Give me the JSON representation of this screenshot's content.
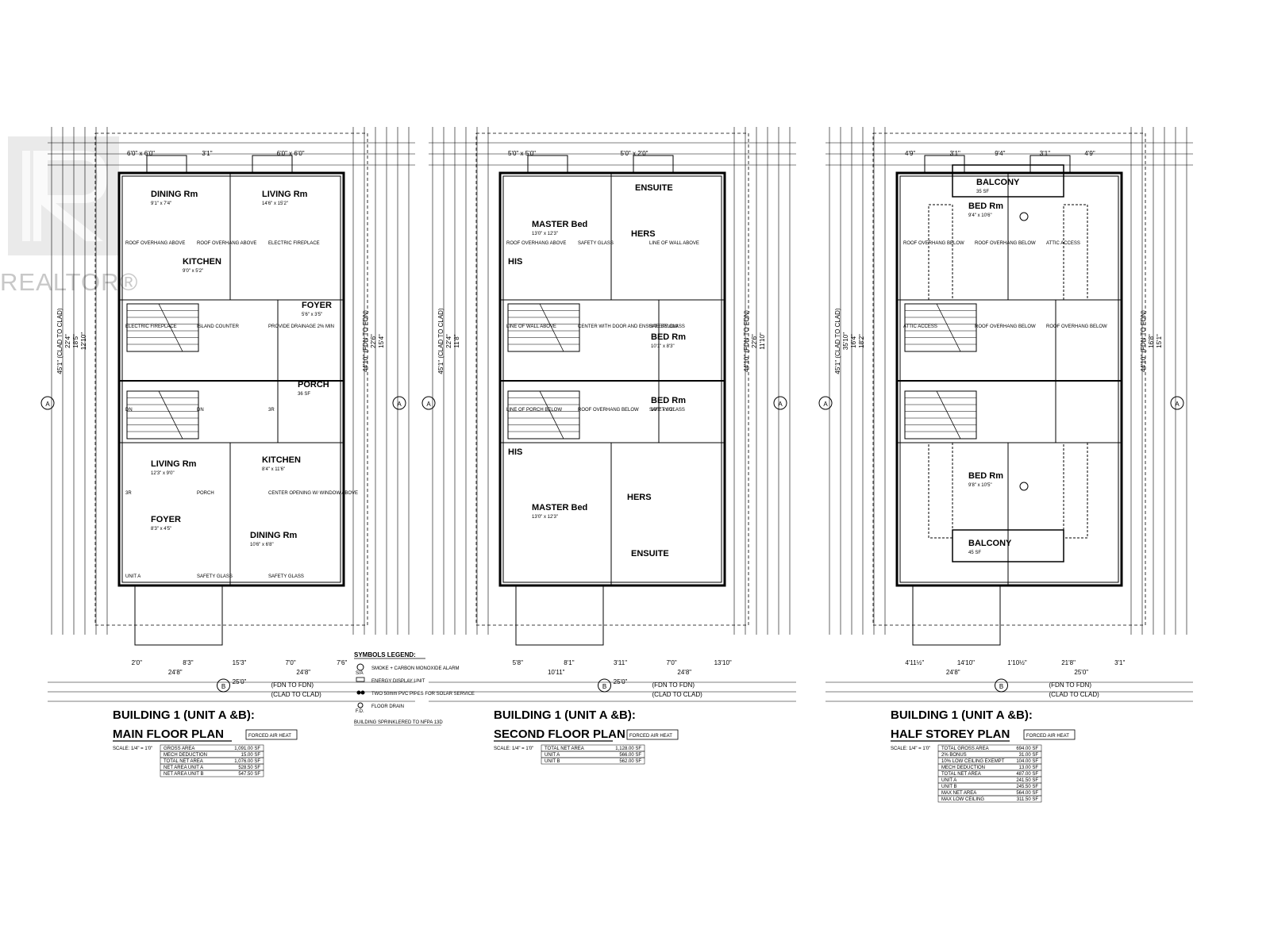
{
  "watermark": {
    "brand": "REALTOR®"
  },
  "sheets": [
    {
      "title": "BUILDING 1 (UNIT A &B):",
      "plan_name": "MAIN FLOOR PLAN",
      "heat": "FORCED AIR HEAT",
      "scale": "SCALE: 1/4\" = 1'0\"",
      "areas": [
        [
          "GROSS AREA",
          "1,091.00 SF"
        ],
        [
          "MECH DEDUCTION",
          "15.00 SF"
        ],
        [
          "TOTAL NET AREA",
          "1,076.00 SF"
        ],
        [
          "NET AREA UNIT A",
          "528.50 SF"
        ],
        [
          "NET AREA UNIT B",
          "547.50 SF"
        ]
      ],
      "rooms": [
        [
          "DINING Rm",
          "9'1\" x 7'4\""
        ],
        [
          "LIVING Rm",
          "14'6\" x 15'2\""
        ],
        [
          "KITCHEN",
          "9'0\" x 5'2\""
        ],
        [
          "FOYER",
          "5'6\" x 3'5\""
        ],
        [
          "PORCH",
          "36 SF"
        ],
        [
          "LIVING Rm",
          "12'3\" x 9'0\""
        ],
        [
          "KITCHEN",
          "8'4\" x 11'6\""
        ],
        [
          "FOYER",
          "8'3\" x 4'5\""
        ],
        [
          "DINING Rm",
          "10'6\" x 6'8\""
        ]
      ],
      "top_dims": [
        "6'0\" x 6'0\"",
        "3'1\"",
        "6'0\" x 6'0\""
      ],
      "bottom_dims": [
        "2'0\"",
        "8'3\"",
        "15'3\"",
        "7'0\"",
        "7'6\"",
        "24'8\"",
        "24'8\"",
        "25'0\""
      ],
      "bottom_notes": [
        "(FDN TO FDN)",
        "(CLAD TO CLAD)"
      ],
      "side_dims": [
        "45'1\" (CLAD TO CLAD)",
        "44'10\" (FDN TO FDN)",
        "22'4\"",
        "22'6\"",
        "18'5\"",
        "15'4\"",
        "12'10\""
      ],
      "misc": [
        "ROOF OVERHANG ABOVE",
        "ROOF OVERHANG ABOVE",
        "ELECTRIC FIREPLACE",
        "ELECTRIC FIREPLACE",
        "ISLAND COUNTER",
        "PROVIDE DRAINAGE 2% MIN",
        "DN",
        "DN",
        "3R",
        "3R",
        "PORCH",
        "CENTER OPENING W/ WINDOW ABOVE",
        "UNIT A",
        "SAFETY GLASS",
        "SAFETY GLASS"
      ]
    },
    {
      "title": "BUILDING 1 (UNIT A &B):",
      "plan_name": "SECOND FLOOR PLAN",
      "heat": "FORCED AIR HEAT",
      "scale": "SCALE: 1/4\" = 1'0\"",
      "areas": [
        [
          "TOTAL NET AREA",
          "1,128.00 SF"
        ],
        [
          "UNIT A",
          "566.00 SF"
        ],
        [
          "UNIT B",
          "562.00 SF"
        ]
      ],
      "rooms": [
        [
          "MASTER Bed",
          "13'0\" x 12'3\""
        ],
        [
          "ENSUITE",
          ""
        ],
        [
          "HERS",
          ""
        ],
        [
          "HIS",
          ""
        ],
        [
          "BED Rm",
          "10'1\" x 8'3\""
        ],
        [
          "BED Rm",
          "10'1\" x 8'2\""
        ],
        [
          "HIS",
          ""
        ],
        [
          "HERS",
          ""
        ],
        [
          "MASTER Bed",
          "13'0\" x 12'3\""
        ],
        [
          "ENSUITE",
          ""
        ]
      ],
      "top_dims": [
        "5'0\" x 5'0\"",
        "5'0\" x 2'0\""
      ],
      "bottom_dims": [
        "5'8\"",
        "8'1\"",
        "3'11\"",
        "7'0\"",
        "13'10\"",
        "10'11\"",
        "24'8\"",
        "25'0\""
      ],
      "bottom_notes": [
        "(FDN TO FDN)",
        "(CLAD TO CLAD)"
      ],
      "side_dims": [
        "45'1\" (CLAD TO CLAD)",
        "44'10\" (FDN TO FDN)",
        "22'4\"",
        "22'6\"",
        "11'8\"",
        "11'10\""
      ],
      "misc": [
        "ROOF OVERHANG ABOVE",
        "SAFETY GLASS",
        "LINE OF WALL ABOVE",
        "LINE OF WALL ABOVE",
        "CENTER WITH DOOR AND ENSUITE BELOW",
        "SAFETY GLASS",
        "LINE OF PORCH BELOW",
        "ROOF OVERHANG BELOW",
        "SAFETY GLASS"
      ]
    },
    {
      "title": "BUILDING 1 (UNIT A &B):",
      "plan_name": "HALF STOREY PLAN",
      "heat": "FORCED AIR HEAT",
      "scale": "SCALE: 1/4\" = 1'0\"",
      "areas": [
        [
          "TOTAL GROSS AREA",
          "694.00 SF"
        ],
        [
          "2% BONUS",
          "31.00 SF"
        ],
        [
          "10% LOW CEILING EXEMPT",
          "104.00 SF"
        ],
        [
          "MECH DEDUCTION",
          "13.00 SF"
        ],
        [
          "TOTAL NET AREA",
          "487.00 SF"
        ],
        [
          "UNIT A",
          "241.50 SF"
        ],
        [
          "UNIT B",
          "245.50 SF"
        ],
        [
          "MAX NET AREA",
          "564.00 SF"
        ],
        [
          "MAX LOW CEILING",
          "311.50 SF"
        ]
      ],
      "rooms": [
        [
          "BALCONY",
          "35 SF"
        ],
        [
          "BED Rm",
          "9'4\" x 10'6\""
        ],
        [
          "BED Rm",
          "9'8\" x 10'5\""
        ],
        [
          "BALCONY",
          "45 SF"
        ]
      ],
      "top_dims": [
        "4'9\"",
        "3'1\"",
        "9'4\"",
        "3'1\"",
        "4'9\""
      ],
      "bottom_dims": [
        "4'11½\"",
        "14'10\"",
        "1'10½\"",
        "21'8\"",
        "3'1\"",
        "24'8\"",
        "25'0\""
      ],
      "bottom_notes": [
        "(FDN TO FDN)",
        "(CLAD TO CLAD)"
      ],
      "side_dims": [
        "45'1\" (CLAD TO CLAD)",
        "44'10\" (FDN TO FDN)",
        "35'10\"",
        "16'8\"",
        "16'4\"",
        "15'1\"",
        "18'2\""
      ],
      "misc": [
        "ROOF OVERHANG BELOW",
        "ROOF OVERHANG BELOW",
        "ATTIC ACCESS",
        "ATTIC ACCESS",
        "ROOF OVERHANG BELOW",
        "ROOF OVERHANG BELOW"
      ]
    }
  ],
  "legend": {
    "title": "SYMBOLS LEGEND:",
    "items": [
      [
        "S/A",
        "SMOKE + CARBON MONOXIDE ALARM"
      ],
      [
        "",
        "ENERGY DISPLAY UNIT"
      ],
      [
        "",
        "TWO 50mm PVC PIPES FOR SOLAR SERVICE"
      ],
      [
        "F.D.",
        "FLOOR DRAIN"
      ]
    ],
    "note": "BUILDING SPRINKLERED TO NFPA 13D"
  },
  "grid_marks": [
    "A",
    "A",
    "A",
    "A",
    "A",
    "A",
    "B",
    "B",
    "B"
  ]
}
